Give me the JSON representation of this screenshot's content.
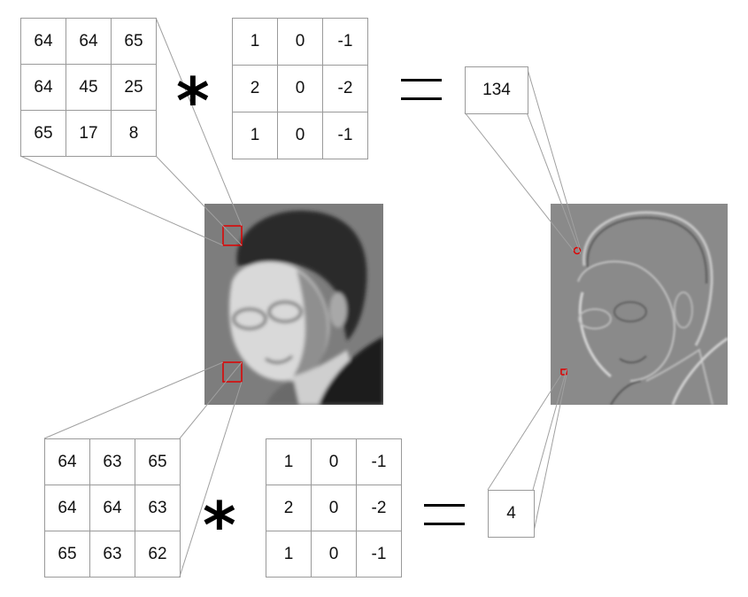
{
  "top_example": {
    "input_patch": [
      [
        "64",
        "64",
        "65"
      ],
      [
        "64",
        "45",
        "25"
      ],
      [
        "65",
        "17",
        "8"
      ]
    ],
    "kernel": [
      [
        "1",
        "0",
        "-1"
      ],
      [
        "2",
        "0",
        "-2"
      ],
      [
        "1",
        "0",
        "-1"
      ]
    ],
    "convolve_symbol": "*",
    "result": "134"
  },
  "bottom_example": {
    "input_patch": [
      [
        "64",
        "63",
        "65"
      ],
      [
        "64",
        "64",
        "63"
      ],
      [
        "65",
        "63",
        "62"
      ]
    ],
    "kernel": [
      [
        "1",
        "0",
        "-1"
      ],
      [
        "2",
        "0",
        "-2"
      ],
      [
        "1",
        "0",
        "-1"
      ]
    ],
    "convolve_symbol": "*",
    "result": "4"
  },
  "colors": {
    "highlight": "#e00000",
    "connector": "#a0a0a0",
    "photo_background": "#7d7d7d",
    "edge_map_background": "#8a8a8a"
  }
}
